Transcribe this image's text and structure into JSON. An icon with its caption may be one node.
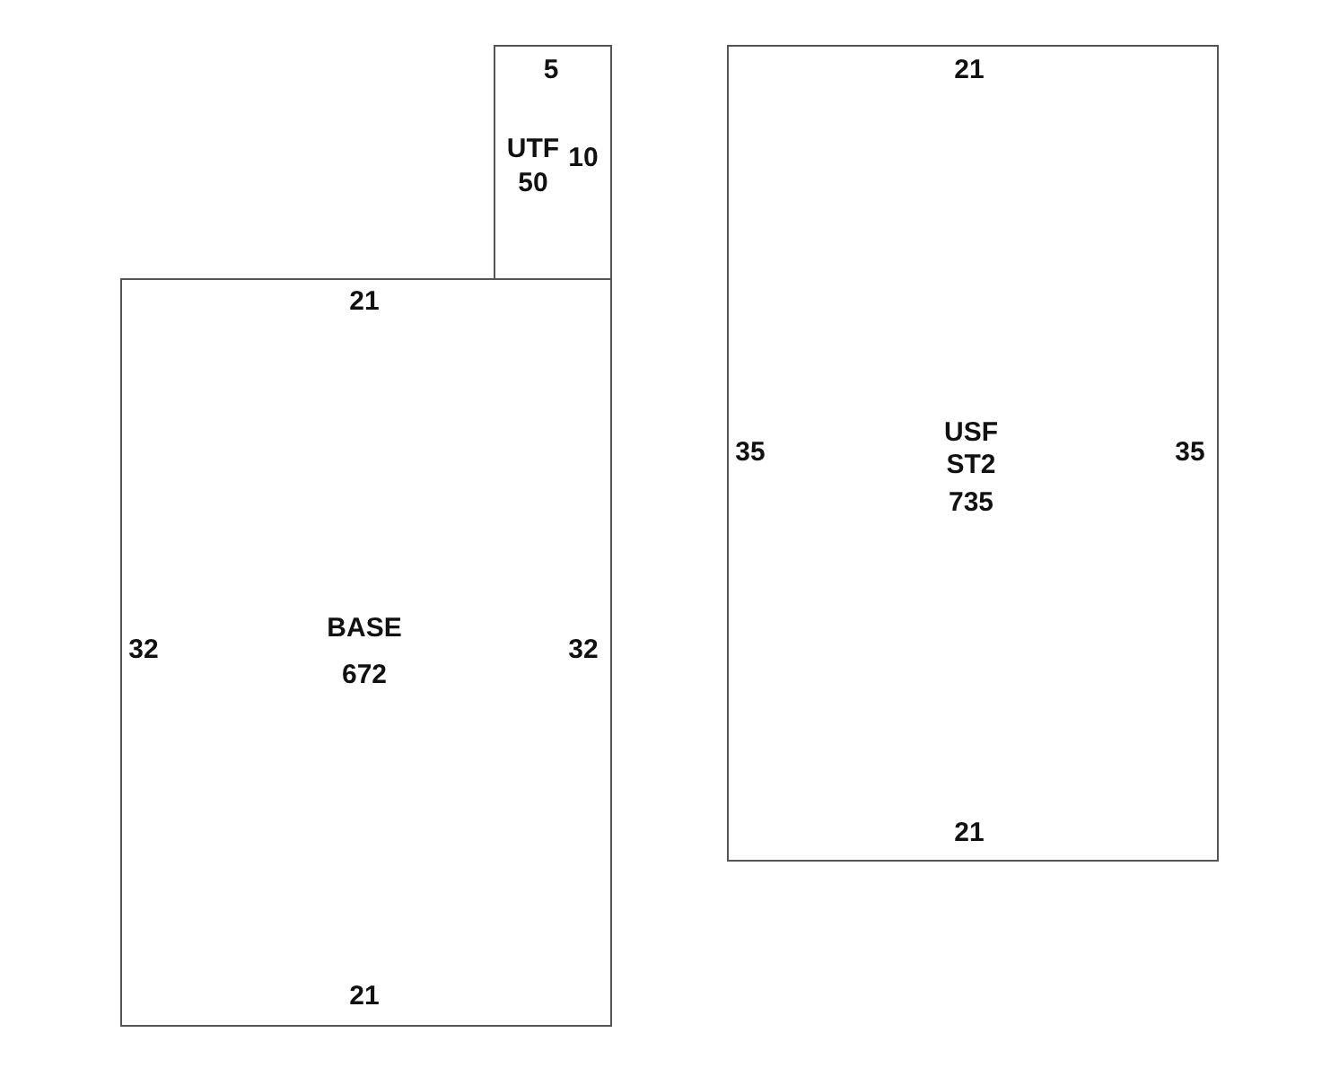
{
  "diagram": {
    "nodes": [
      {
        "text": [
          "UTF",
          "50"
        ]
      },
      {
        "text": [
          "BASE",
          "672"
        ]
      },
      {
        "text": [
          "USF",
          "ST2",
          "735"
        ]
      }
    ],
    "edges": [],
    "labels": [
      "5",
      "21",
      "10",
      "21",
      "35",
      "35",
      "32",
      "32",
      "21",
      "21"
    ]
  }
}
